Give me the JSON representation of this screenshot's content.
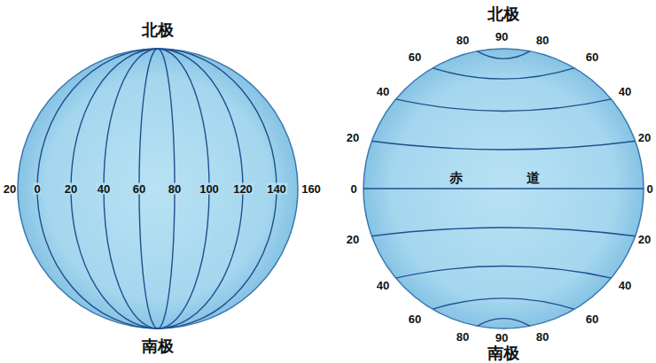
{
  "diagram": {
    "labels": [
      "北极",
      "南极",
      "20",
      "0",
      "20",
      "40",
      "60",
      "80",
      "100",
      "120",
      "140",
      "160",
      "北极",
      "80",
      "90",
      "80",
      "60",
      "60",
      "40",
      "40",
      "20",
      "20",
      "0",
      "0",
      "赤道",
      "20",
      "20",
      "40",
      "40",
      "60",
      "60",
      "80",
      "90",
      "80",
      "南极"
    ]
  }
}
